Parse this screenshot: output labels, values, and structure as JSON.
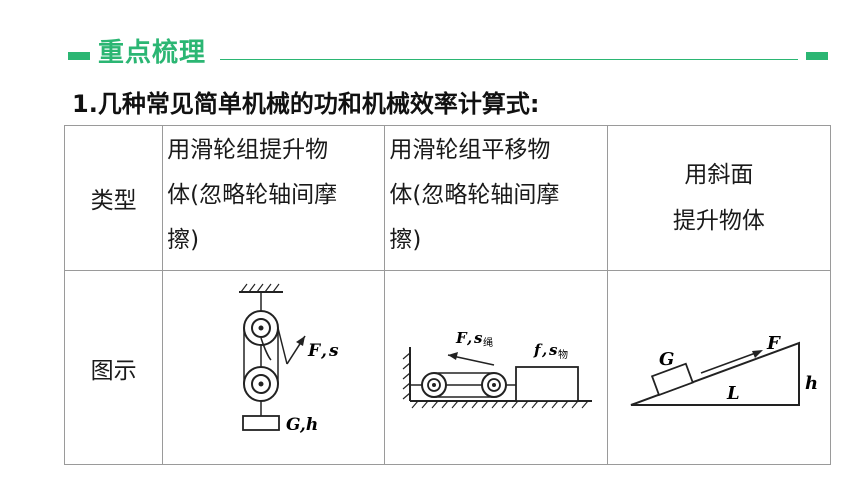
{
  "header": {
    "title": "重点梳理"
  },
  "subtitle": "1.几种常见简单机械的功和机械效率计算式:",
  "table": {
    "head": {
      "type_label": "类型",
      "col_a": [
        "用滑轮组提升物",
        "体(忽略轮轴间摩",
        "擦)"
      ],
      "col_b": [
        "用滑轮组平移物",
        "体(忽略轮轴间摩",
        "擦)"
      ],
      "col_c": [
        "用斜面",
        "提升物体"
      ]
    },
    "fig_row": {
      "label": "图示"
    },
    "figures": {
      "a": {
        "force": "F",
        "s": "s",
        "weight": "G,h"
      },
      "b": {
        "force": "F",
        "s": "s",
        "s_sub": "绳",
        "friction": "f",
        "s2": "s",
        "s2_sub": "物"
      },
      "c": {
        "weight": "G",
        "force": "F",
        "length": "L",
        "height": "h"
      }
    }
  },
  "colors": {
    "accent": "#2bb673",
    "border": "#9a9a9a",
    "text": "#1a1a1a"
  }
}
